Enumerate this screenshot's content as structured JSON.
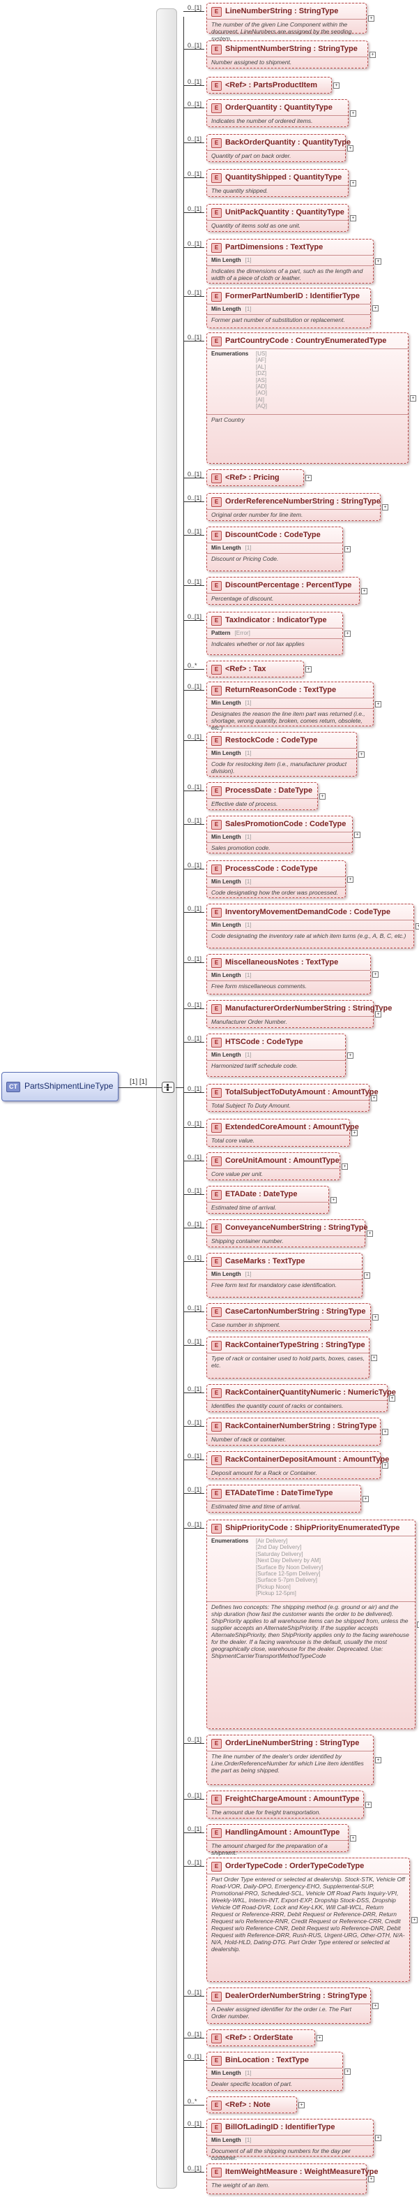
{
  "root": {
    "badge": "CT",
    "name": "PartsShipmentLineType",
    "cardinality": "[1] [1]"
  },
  "facet_labels": {
    "min_length": "Min Length",
    "pattern": "Pattern",
    "enumerations": "Enumerations"
  },
  "elements": [
    {
      "title": "LineNumberString : StringType",
      "card": "0..[1]",
      "doc": "The number of the given Line Component within the document. LineNumbers are assigned by the sending system."
    },
    {
      "title": "ShipmentNumberString : StringType",
      "card": "0..[1]",
      "doc": "Number assigned to shipment."
    },
    {
      "title": "<Ref>      : PartsProductItem",
      "card": "0..[1]",
      "doc": ""
    },
    {
      "title": "OrderQuantity : QuantityType",
      "card": "0..[1]",
      "doc": "Indicates the number of ordered items."
    },
    {
      "title": "BackOrderQuantity : QuantityType",
      "card": "0..[1]",
      "doc": "Quantity of part on back order."
    },
    {
      "title": "QuantityShipped : QuantityType",
      "card": "0..[1]",
      "doc": "The quantity shipped."
    },
    {
      "title": "UnitPackQuantity : QuantityType",
      "card": "0..[1]",
      "doc": "Quantity of items sold as one unit."
    },
    {
      "title": "PartDimensions : TextType",
      "card": "0..[1]",
      "facet": "min_length",
      "facet_value": "[1]",
      "doc": "Indicates the dimensions of a part, such as the length and width of a piece of cloth or leather."
    },
    {
      "title": "FormerPartNumberID : IdentifierType",
      "card": "0..[1]",
      "facet": "min_length",
      "facet_value": "[1]",
      "doc": "Former part number of substitution or replacement."
    },
    {
      "title": "PartCountryCode : CountryEnumeratedType",
      "card": "0..[1]",
      "enums": [
        "[US]",
        "[AF]",
        "[AL]",
        "[DZ]",
        "[AS]",
        "[AD]",
        "[AO]",
        "[AI]",
        "[AQ]"
      ],
      "doc": "Part Country"
    },
    {
      "title": "<Ref>      : Pricing",
      "card": "0..[1]",
      "doc": ""
    },
    {
      "title": "OrderReferenceNumberString : StringType",
      "card": "0..[1]",
      "doc": "Original order number for line item."
    },
    {
      "title": "DiscountCode : CodeType",
      "card": "0..[1]",
      "facet": "min_length",
      "facet_value": "[1]",
      "doc": "Discount or Pricing Code."
    },
    {
      "title": "DiscountPercentage : PercentType",
      "card": "0..[1]",
      "doc": "Percentage of discount."
    },
    {
      "title": "TaxIndicator : IndicatorType",
      "card": "0..[1]",
      "facet": "pattern",
      "facet_value": "[Error]",
      "doc": "Indicates whether or not tax applies"
    },
    {
      "title": "<Ref>      : Tax",
      "card": "0..*",
      "doc": ""
    },
    {
      "title": "ReturnReasonCode : TextType",
      "card": "0..[1]",
      "facet": "min_length",
      "facet_value": "[1]",
      "doc": "Designates the reason the line item part was returned (i.e., shortage, wrong quantity, broken, comes return, obsolete, etc.)"
    },
    {
      "title": "RestockCode : CodeType",
      "card": "0..[1]",
      "facet": "min_length",
      "facet_value": "[1]",
      "doc": "Code for restocking item (i.e., manufacturer product division)."
    },
    {
      "title": "ProcessDate : DateType",
      "card": "0..[1]",
      "doc": "Effective date of process."
    },
    {
      "title": "SalesPromotionCode : CodeType",
      "card": "0..[1]",
      "facet": "min_length",
      "facet_value": "[1]",
      "doc": "Sales promotion code."
    },
    {
      "title": "ProcessCode : CodeType",
      "card": "0..[1]",
      "facet": "min_length",
      "facet_value": "[1]",
      "doc": "Code designating how the order was processed."
    },
    {
      "title": "InventoryMovementDemandCode : CodeType",
      "card": "0..[1]",
      "facet": "min_length",
      "facet_value": "[1]",
      "doc": "Code designating the inventory rate at which item turns (e.g., A, B, C, etc.)"
    },
    {
      "title": "MiscellaneousNotes : TextType",
      "card": "0..[1]",
      "facet": "min_length",
      "facet_value": "[1]",
      "doc": "Free form miscellaneous comments."
    },
    {
      "title": "ManufacturerOrderNumberString : StringType",
      "card": "0..[1]",
      "doc": "Manufacturer Order Number."
    },
    {
      "title": "HTSCode : CodeType",
      "card": "0..[1]",
      "facet": "min_length",
      "facet_value": "[1]",
      "doc": "Harmonized tariff schedule code."
    },
    {
      "title": "TotalSubjectToDutyAmount : AmountType",
      "card": "0..[1]",
      "doc": "Total Subject To Duty Amount."
    },
    {
      "title": "ExtendedCoreAmount : AmountType",
      "card": "0..[1]",
      "doc": "Total core value."
    },
    {
      "title": "CoreUnitAmount : AmountType",
      "card": "0..[1]",
      "doc": "Core value per unit."
    },
    {
      "title": "ETADate : DateType",
      "card": "0..[1]",
      "doc": "Estimated time of arrival."
    },
    {
      "title": "ConveyanceNumberString : StringType",
      "card": "0..[1]",
      "doc": "Shipping container number."
    },
    {
      "title": "CaseMarks : TextType",
      "card": "0..[1]",
      "facet": "min_length",
      "facet_value": "[1]",
      "doc": "Free form text for mandatory case identification."
    },
    {
      "title": "CaseCartonNumberString : StringType",
      "card": "0..[1]",
      "doc": "Case number in shipment."
    },
    {
      "title": "RackContainerTypeString : StringType",
      "card": "0..[1]",
      "doc": "Type of rack or container used to hold parts, boxes, cases, etc."
    },
    {
      "title": "RackContainerQuantityNumeric : NumericType",
      "card": "0..[1]",
      "doc": "Identifies the quantity count of racks or containers."
    },
    {
      "title": "RackContainerNumberString : StringType",
      "card": "0..[1]",
      "doc": "Number of rack or container."
    },
    {
      "title": "RackContainerDepositAmount : AmountType",
      "card": "0..[1]",
      "doc": "Deposit amount for a Rack or Container."
    },
    {
      "title": "ETADateTime : DateTimeType",
      "card": "0..[1]",
      "doc": "Estimated time and time of arrival."
    },
    {
      "title": "ShipPriorityCode : ShipPriorityEnumeratedType",
      "card": "0..[1]",
      "enums": [
        "[Air Delivery]",
        "[2nd Day Delivery]",
        "[Saturday Delivery]",
        "[Next Day Delivery by AM]",
        "[Surface By Noon Delivery]",
        "[Surface 12-5pm Delivery]",
        "[Surface 5-7pm Delivery]",
        "[Pickup Noon]",
        "[Pickup 12-5pm]"
      ],
      "doc": "Defines two concepts: The shipping method (e.g. ground or air) and the ship duration (how fast the customer wants the order to be delivered). ShipPriority applies to all warehouse items can be shipped from, unless the supplier accepts an AlternateShipPriority. If the supplier accepts AlternateShipPriority, then ShipPriority applies only to the facing warehouse for the dealer. If a facing warehouse is the default, usually the most geographically close, warehouse for the dealer. Deprecated. Use: ShipmentCarrierTransportMethodTypeCode"
    },
    {
      "title": "OrderLineNumberString : StringType",
      "card": "0..[1]",
      "doc": "The line number of the dealer's order identified by Line.OrderReferenceNumber for which Line item identifies the part as being shipped."
    },
    {
      "title": "FreightChargeAmount : AmountType",
      "card": "0..[1]",
      "doc": "The amount due for freight transportation."
    },
    {
      "title": "HandlingAmount : AmountType",
      "card": "0..[1]",
      "doc": "The amount charged for the preparation of a shipment."
    },
    {
      "title": "OrderTypeCode : OrderTypeCodeType",
      "card": "0..[1]",
      "doc": "Part Order Type entered or selected at dealership. Stock-STK, Vehicle Off Road-VOR, Daily-DPO, Emergency-EHO, Supplemental-SUP, Promotional-PRO, Scheduled-SCL, Vehicle Off Road Parts Inquiry-VPI, Weekly-WKL, Interim-INT, Export-EXP, Dropship Stock-DSS, Dropship Vehicle Off Road-DVR, Lock and Key-LKK, Will Call-WCL, Return Request or Reference-RRR, Debit Request or Reference-DRR, Return Request w/o Reference-RNR, Credit Request or Reference-CRR, Credit Request w/o Reference-CNR, Debit Request w/o Reference-DNR, Debit Request with Reference-DRR, Rush-RUS, Urgent-URG, Other-OTH, N/A-N/A, Hold-HLD, Dating-DTG. Part Order Type entered or selected at dealership."
    },
    {
      "title": "DealerOrderNumberString : StringType",
      "card": "0..[1]",
      "doc": "A Dealer assigned identifier for the order i.e. The Part Order number."
    },
    {
      "title": "<Ref>      : OrderState",
      "card": "0..[1]",
      "doc": ""
    },
    {
      "title": "BinLocation : TextType",
      "card": "0..[1]",
      "facet": "min_length",
      "facet_value": "[1]",
      "doc": "Dealer specific location of part."
    },
    {
      "title": "<Ref>      : Note",
      "card": "0..*",
      "doc": ""
    },
    {
      "title": "BillOfLadingID : IdentifierType",
      "card": "0..[1]",
      "facet": "min_length",
      "facet_value": "[1]",
      "doc": "Document of all the shipping numbers for the day per customer."
    },
    {
      "title": "ItemWeightMeasure : WeightMeasureType",
      "card": "0..[1]",
      "doc": "The weight of an item."
    }
  ]
}
